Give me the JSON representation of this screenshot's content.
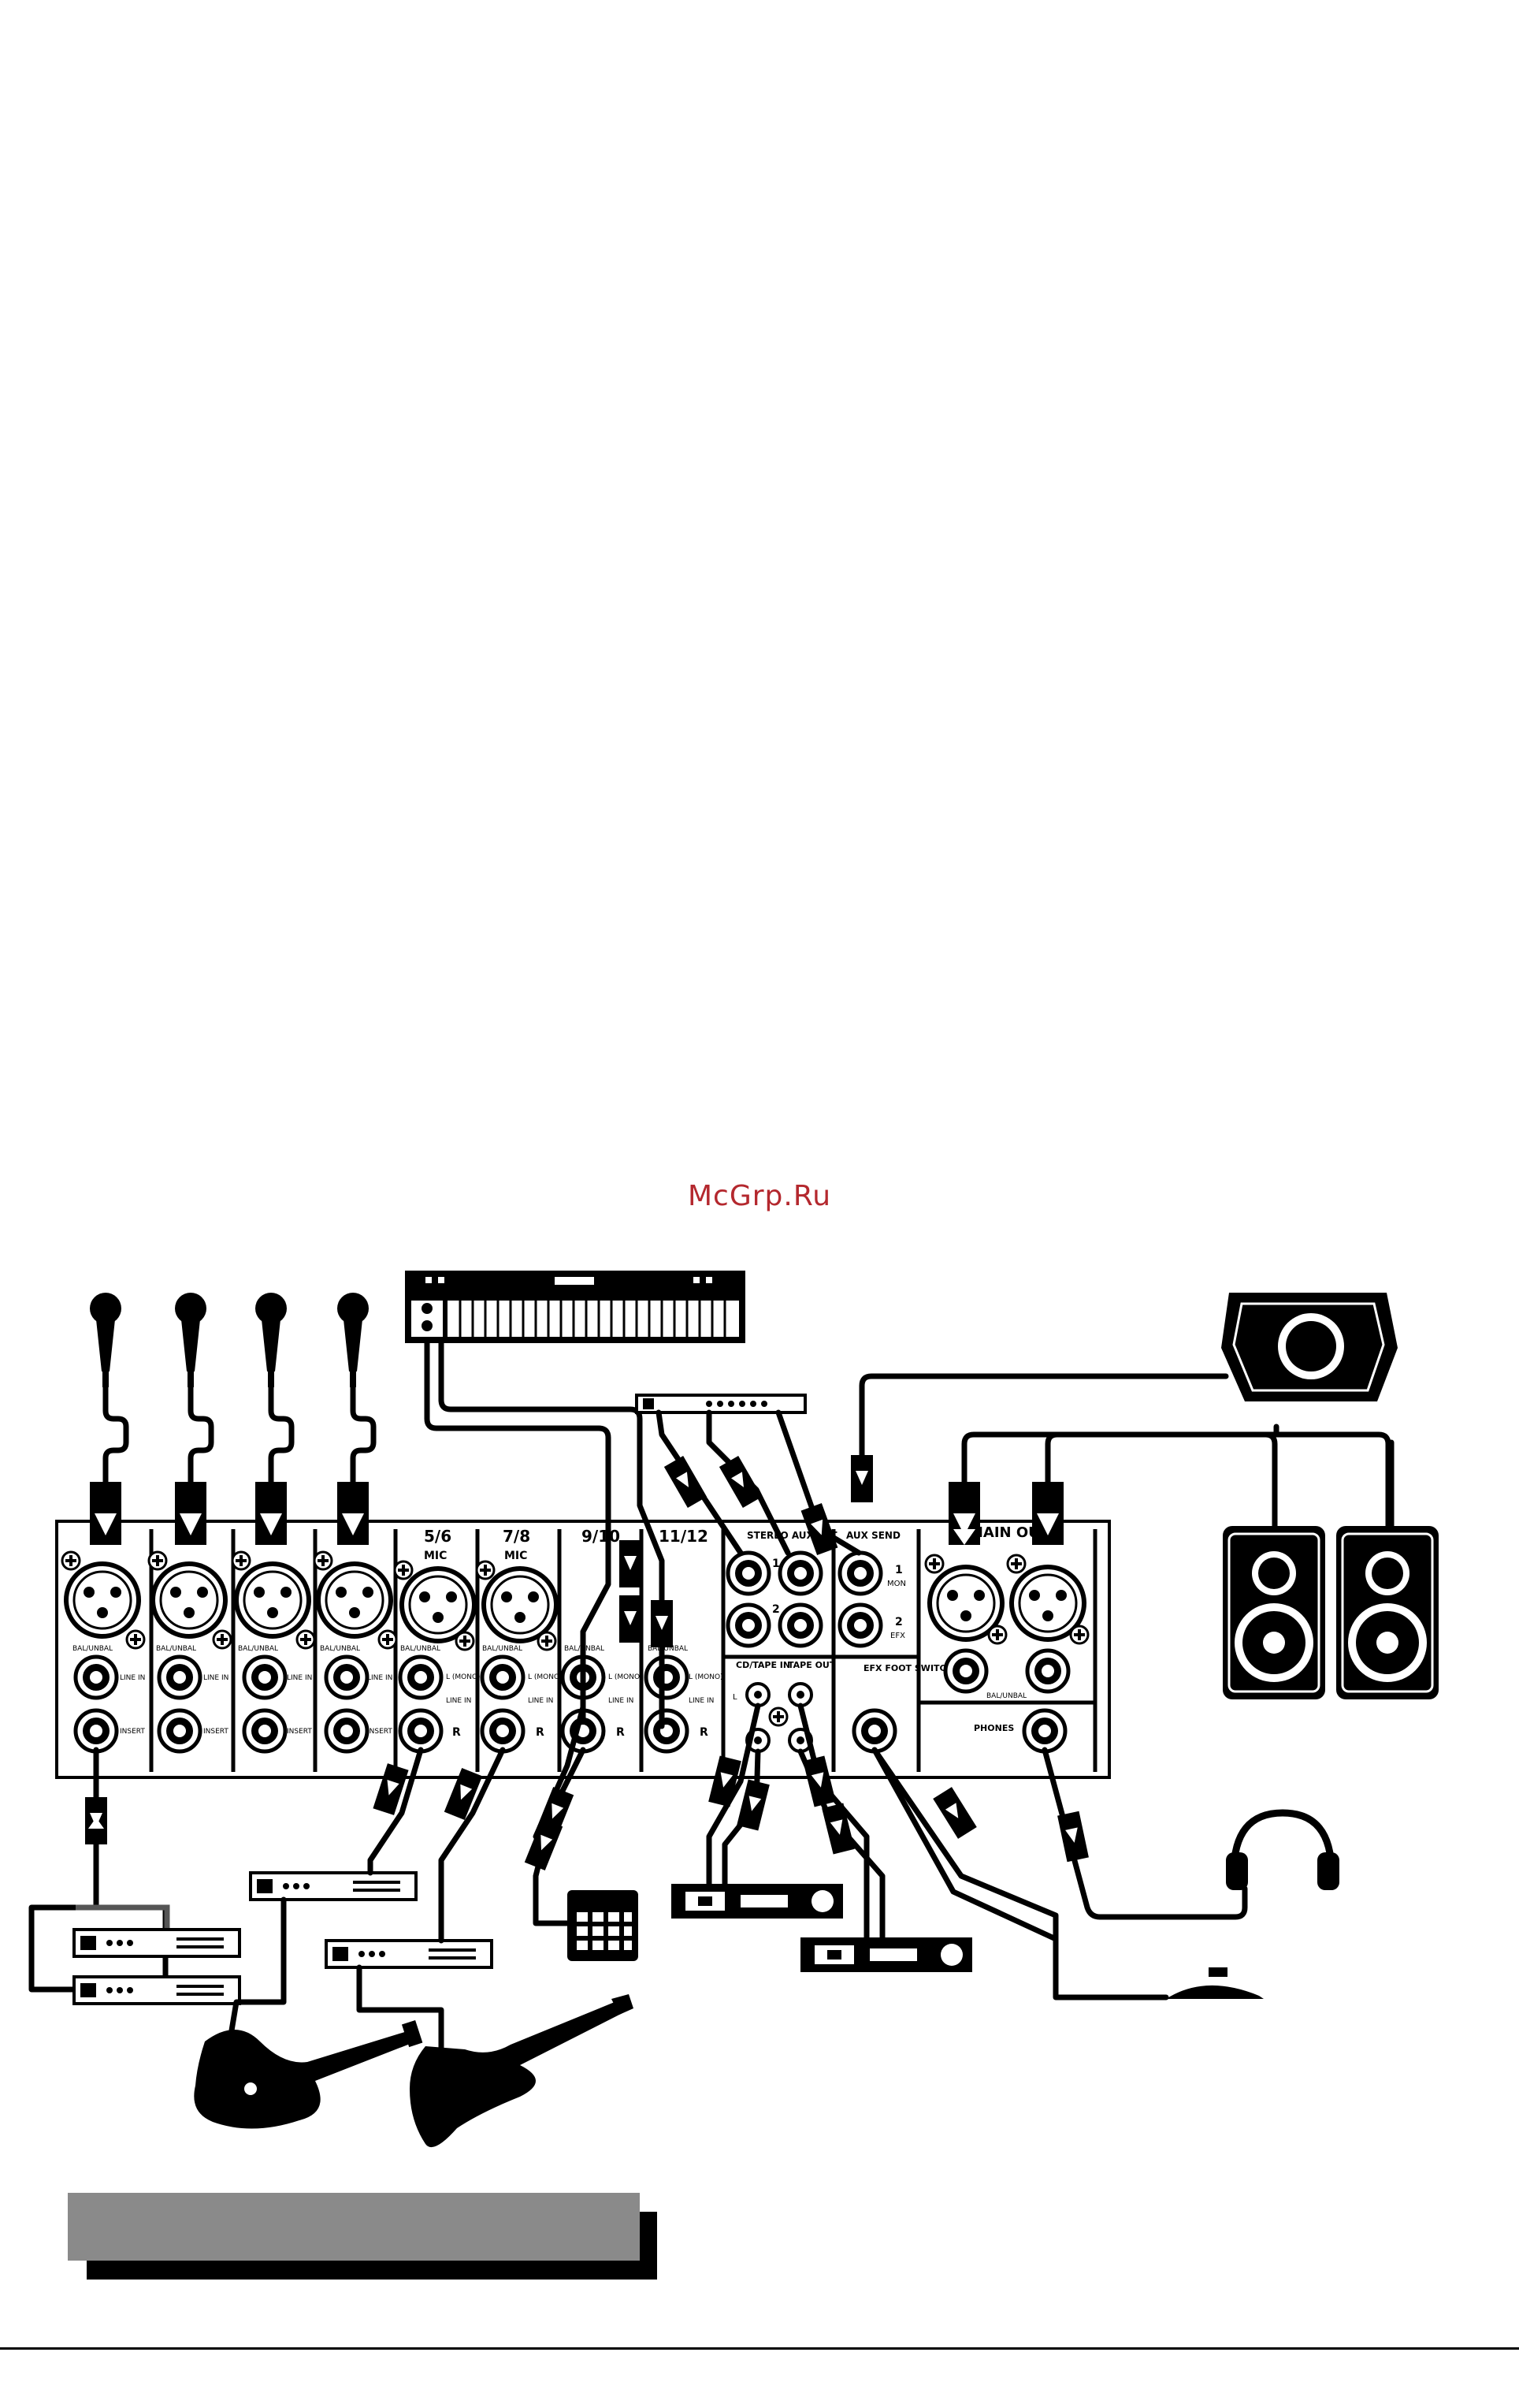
{
  "watermark": "McGrp.Ru",
  "mixer": {
    "channel_groups": [
      {
        "id": "ch56",
        "label": "5/6",
        "sub": "MIC"
      },
      {
        "id": "ch78",
        "label": "7/8",
        "sub": "MIC"
      },
      {
        "id": "ch910",
        "label": "9/10",
        "sub": ""
      },
      {
        "id": "ch1112",
        "label": "11/12",
        "sub": ""
      }
    ],
    "labels": {
      "bal_unbal": "BAL/UNBAL",
      "line_in": "LINE IN",
      "insert": "INSERT",
      "l_mono": "L (MONO)",
      "r": "R",
      "stereo_aux_ret": "STEREO AUX RET",
      "aux_send": "AUX SEND",
      "aux1": "1",
      "aux2": "2",
      "mon": "MON",
      "efx": "EFX",
      "ret1": "1",
      "ret2": "2",
      "cd_tape_in": "CD/TAPE IN",
      "tape_out": "TAPE OUT",
      "efx_foot_switch": "EFX FOOT SWITCH",
      "main_out": "MAIN OUT",
      "phones": "PHONES",
      "l": "L"
    }
  },
  "colors": {
    "ink": "#000000",
    "paper": "#ffffff",
    "caption_bar": "#8a8a8a",
    "watermark": "#b4282e"
  },
  "icons": [
    "microphone-icon",
    "keyboard-icon",
    "monitor-speaker-icon",
    "pa-speaker-icon",
    "headphones-icon",
    "footswitch-icon",
    "electric-guitar-icon",
    "drum-machine-icon",
    "rack-processor-icon",
    "rack-cd-player-icon"
  ]
}
